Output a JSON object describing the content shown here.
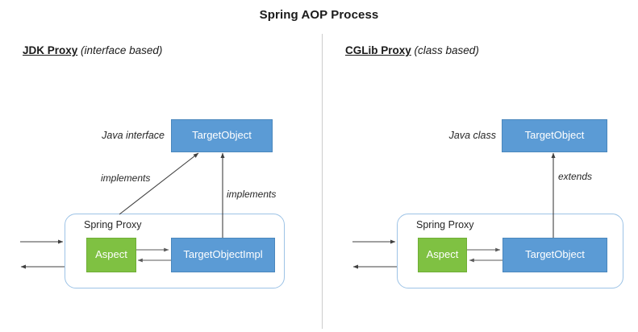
{
  "title": "Spring AOP Process",
  "colors": {
    "blue": "#5B9BD5",
    "green": "#7FC142",
    "proxy_border": "#9dc3e6",
    "divider": "#cccccc",
    "arrow": "#404040",
    "text": "#262626"
  },
  "panels": {
    "left": {
      "header_strong": "JDK Proxy",
      "header_sub": "(interface based)",
      "side_label": "Java interface",
      "top_node": "TargetObject",
      "proxy_label": "Spring Proxy",
      "aspect_node": "Aspect",
      "impl_node": "TargetObjectImpl",
      "edge_diagonal_label": "implements",
      "edge_vertical_label": "implements"
    },
    "right": {
      "header_strong": "CGLib Proxy",
      "header_sub": "(class based)",
      "side_label": "Java class",
      "top_node": "TargetObject",
      "proxy_label": "Spring Proxy",
      "aspect_node": "Aspect",
      "target_node": "TargetObject",
      "edge_vertical_label": "extends"
    }
  }
}
